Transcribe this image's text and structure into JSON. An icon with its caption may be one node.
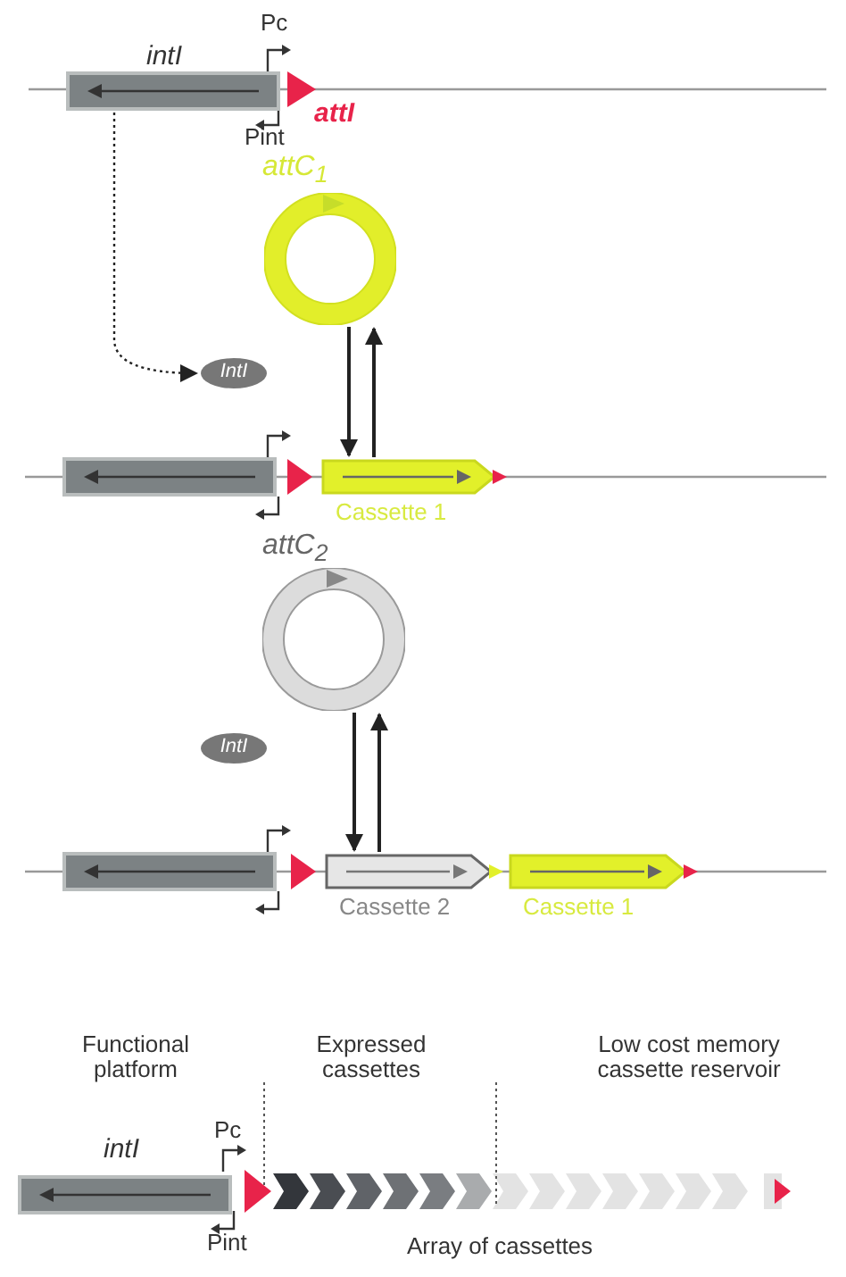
{
  "diagram": {
    "nodes": [
      {
        "text": [
          "intI"
        ]
      },
      {
        "text": [
          "attC$_{1}$"
        ]
      },
      {
        "text": [
          "IntI"
        ]
      },
      {
        "text": [],
        "shape": "box"
      },
      {
        "text": [
          "Cassette 1"
        ]
      },
      {
        "text": [
          "attC$_{2}$"
        ]
      },
      {
        "text": [
          "IntI"
        ]
      },
      {
        "text": [],
        "shape": "box"
      },
      {
        "text": [
          "Cassette 2"
        ]
      },
      {
        "text": [
          "Cassette 1"
        ]
      },
      {
        "text": [
          "intI"
        ]
      }
    ],
    "edges": [
      {
        "from": 0,
        "to": 2,
        "arrow": "to",
        "style": "dashed"
      },
      {
        "from": 1,
        "to": 4,
        "arrow": "to"
      },
      {
        "from": 4,
        "to": 1,
        "arrow": "to"
      },
      {
        "from": 5,
        "to": 8,
        "arrow": "to"
      },
      {
        "from": 8,
        "to": 5,
        "arrow": "to"
      }
    ],
    "labels": [
      "Pc",
      "attI",
      "Pint",
      "Functional platform",
      "Expressed cassettes",
      "Low cost memory cassette reservoir",
      "Pc",
      "Pint",
      "Array of cassettes"
    ]
  }
}
